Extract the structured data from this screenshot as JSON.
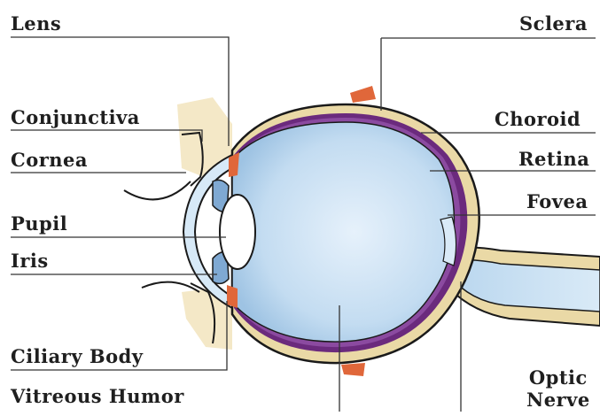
{
  "labels": {
    "lens": "Lens",
    "sclera": "Sclera",
    "conjunctiva": "Conjunctiva",
    "choroid": "Choroid",
    "cornea": "Cornea",
    "retina": "Retina",
    "fovea": "Fovea",
    "pupil": "Pupil",
    "iris": "Iris",
    "ciliary_body": "Ciliary Body",
    "vitreous_humor": "Vitreous Humor",
    "optic_nerve": "Optic\nNerve"
  },
  "colors": {
    "sclera": "#ead9a6",
    "choroid": "#6b2a7d",
    "vitreous": "#c7dff2",
    "lens": "#ffffff",
    "muscle": "#e0673a",
    "outline": "#1a1a1a"
  }
}
